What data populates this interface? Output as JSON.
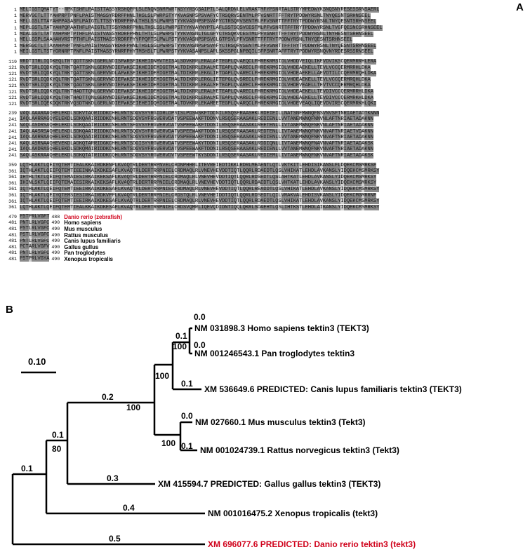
{
  "panels": {
    "a": "A",
    "b": "B"
  },
  "alignment": {
    "blocks": [
      {
        "rows": [
          {
            "start": "1",
            "seq": "MELIGSTQMATYT--RPKTSHFLPAISTTASSYRSHQPPLSLENQNSNMPWRTNSYYRSGSAIPTLSALQRDNLELVRAKTMFYPSNRTALSTRYMPEDWYKSNQSNYRESESSRNSAERL"
          },
          {
            "start": "1",
            "seq": "MERVGCTLTTYAHPRPTPNFLPAISTMASSYRDRFPHNLTHSLSLPWRPSTYYKVASNPSPSVAFYCTRSQRVSENTMLPFVSNRTTFFTRYTPDDWYRSNLTNYQESNTSRHNSEEL"
          },
          {
            "start": "1",
            "seq": "MELLGSLTTAYAHPPASASFLPAIGTLTTSSYRDRPPHNLTHSLSSLPWRPSTYYKVASNPSPSVAFYCTRSQRVSENTMLPFVSNRTTFFTRYTPDDWYRSNLTNYQESNTSRHNSEEL"
          },
          {
            "start": "1",
            "seq": "MEPLGSTLTATYAHPQPAATHFLPAIGTLTTSSYRNRFPHNLTHSLSSLPWRPSTYYKVAYNYPTLAFLSSTSQSVCESTMLPFVSNRTTFFTRYTPDDWYRSNLTVGFQESNCSRHNSEEL"
          },
          {
            "start": "1",
            "seq": "MDALGSTLTATYAHPRPTPTHFLPAISTVASSYRDRFPHNLTHTLSLPWRPSTYYKVASNLTGLGPYCTRSQKVCESTMLPFVSNRTTFFTRYTPDDWYRSNLTNYHESNTSRHNSEEL"
          },
          {
            "start": "1",
            "seq": "MELLGSPLSAAHAHVRSTPTHFLPAISTMASSYRDRFPYYFPQPTSLPWLPSTYYKVASNPSPSVGLGTPSVLPFVSNRTTFFTRYTPDDWYRSNLTNYQESNTSRHNSEEL"
          },
          {
            "start": "1",
            "seq": "MERGGCTLTTAYAHPRPTPNFLPAISTMASSYRDRFPHNLTHSLSSLPWRPSTYYKVASNPSPSVAFYCTRSQRVSENTMLPFVSNRTTFFTRYTPDDWYRSNLTNYQESNTSRHNSEEL"
          },
          {
            "start": "1",
            "seq": "MEILGSTLTSTYGRNRPTPNFLPAISTMASSYRNRFPHYTMSHSLTLPWRPSTYYKVASANPSLAPLSKSSPGLNPBQILSFPSNRTAFFTRYTPDDWYRSNQVNYRDESRSSRNSEEL"
          }
        ]
      },
      {
        "rows": [
          {
            "start": "119",
            "seq": "RRDTITRLIQDKEQLTRTQDTTSKNIGERLNDISFWRSEIKHEIDNMVTEISALSDVKRRLERALAETEGPLQVAEQCLFHREKRMSIDLVHDDVEIQLIKEVDVIKSCQERMRRHLERA"
          },
          {
            "start": "121",
            "seq": "RVDTSRLIQDKYQLTRKTQATTSKNLGERVNDIEFWKSEIKHEIDEMIGETMALTDIKRRLEKALMETEAPLQVARECLFHREKRMGIDLVHDEAEKELLTEVLVCCQERMRRHLDKA"
          },
          {
            "start": "121",
            "seq": "RVDTSRLIQDKYQLTRKTQATTSKNLGERVNDLAFWKSEIKHEIDEMIGETMALTDIKRRLEKGLIETDAPLQVARECLFHREKRMGIDLVHDEAEKELLAEVDTILCCQERMRQHLDKA"
          },
          {
            "start": "121",
            "seq": "RVDTSRLIQDKYQLTRKTQATTSKNLGERVNDIEFWKSEIKHEIDEMIGETMALTDIKRRLERGLIETEPGLQVSRECLFHREKRMGIDLVHDEAEKELLTEVLVCCQERMRQHLDKA"
          },
          {
            "start": "121",
            "seq": "RVDTSRLIQDKYQLTRKTQAGTSKNLGERVNDIEFWKSEIKHEIDEMIGETMALTDIKRRLEKALMETEAPLQVARECLFHREKRMGIDLVHDEVEAELLTEVTVCCQERMRQHLDKA"
          },
          {
            "start": "121",
            "seq": "RVDTSRLIQDKYQLTRKTHADTTQNLGERVNDIEFWKSEIKHEIDEMIGETMALTDIKRRLERALMETEAPLQVARECLFHREKRMGIDLVHDEAEKELLTEVDIVCCQERMRRHLDKA"
          },
          {
            "start": "121",
            "seq": "RVDTSRLIQDKYQLTRKTHADTTQNLGERVNDIEFWKSEIKHEIDEMIGETMALTDIKRRLERALMETEAPLQVARECLFHREKRMGIDLVHDEAEKELLTEVDIVCCQERMRKHLDKA"
          },
          {
            "start": "121",
            "seq": "RVDTSRLIQEKDQKTRKVQSDTNKDLGERLNDIEFWKSEIEHEIDQMIGETMALTDVKRRLEKAMEETEGPLQVARQCLFHREKRMGIDLVHDEVEAQLIQEVDVIRSCQERMRKHLQKI"
          }
        ]
      },
      {
        "rows": [
          {
            "start": "239",
            "seq": "VAQLAAARAAQHELEKDLSDKVTAQRIDDKCHHLRNTSDGVSYYRGIDRLDPSISLPDSWSKFTDDNILRSQSERAASHKLRDEIEILLNATSNEMWNQFNSVNVSFTNRIAETADTKNNN"
          },
          {
            "start": "241",
            "seq": "IAQLAARRAGQYELEKDLSDKQAAIRIDDKCNHLRNTSDGVSYFRGVERVDATVSPEEWAKFTDDNVLRSQSERAASAKLREDIENLLVVTANEMWNQFNNVNLAFTNRIAETADAKNN"
          },
          {
            "start": "241",
            "seq": "NAQLASDRSAQHELEKDLSDKQAAIRIDDKCNHLRNTSEGVSYFRGVERVDATVSPEEWAKFTDDNILRSQSERAASAKLREETENLLIVTANEMWNQFNKVNLAFTNRIAETADAKNN"
          },
          {
            "start": "241",
            "seq": "IAQLAASRSAQHELEKDLSDKQAAIRIDDKCNHLRNTSQGVSYFRGVERVDATVSPEEWAKFTDDNILRSQSERAASAKLREDTENLLIVTANEMWNQFNKVNVAFTNRIAETVDAKNN"
          },
          {
            "start": "241",
            "seq": "IAQLAARRAAQHELEKDLSDKQAAIRIDDKCNHLRNTSDGVSYFRGVERVDATVSPEEWAKFTDDNILRSQSERAASAKLREDIENLLVVTANEMWNQFNKVNVAFTNRIAETADAKNN"
          },
          {
            "start": "241",
            "seq": "KAQLASRNAAQHEVEKDLADKQTARRIDGKCHHLRNTSDGISYYRGVERVDATVSPEEWAKYTDDNILRSQSERAASAKLRDDIQNLLIVTANEMWNQFNAVNVAFTNRIAETADAKSK"
          },
          {
            "start": "241",
            "seq": "IAQLAADRASQHELEKDLSDKQMAIRIDDKCNHLRNTSDGVSYFRGVERVDATVSPEEWAKFTDDNILRSQSERAASAKLREDIENLLVVTANEMWNQFNKVNVAFTNRIAETADAKNN"
          },
          {
            "start": "241",
            "seq": "SAQLASKRAAQHELEKDLSDKQTAIRIDDKCQHLRNTSDGVSYYRGVERVDVTVSPEEWTKYSDDNILRSQSERAASAKLREDIEMLLIVTANEMWNQFNKVNVAFTNRIAETADAKSK"
          }
        ]
      },
      {
        "rows": [
          {
            "start": "359",
            "seq": "LQTHLAKTLQEIYQTEMTIEALKKAIRDKENPLKVAQTRLDERTRRPNVELCRDNPHHRLITEVREIEDTIKKLRDRLMEAENTLQTLVKTKITLEHDISIKANSLFLDQEKCMSMRKSF"
          },
          {
            "start": "361",
            "seq": "IQTHLAKTLQEIFQTEMTIEEINKAIKDKESAFLKVAQTRLDERTRRPNIELCRDMAQLRLVNEVHEVDDTIQTLQQRLRDAEDTLQSLVHIKATLEHDLAVKANSLYIDQEKCMSMRKSY"
          },
          {
            "start": "361",
            "seq": "IHTHLTKTLQEIFQTEMAIESIRKAIKEKSAFLKVAQTRLDERTRRPNIELCRDMAQLRLVNEVHEVDDTIQTLQQRLRDSEDTLQSLAHTKATLEHDLAVKANSLYIDQEKCMSMRKSY"
          },
          {
            "start": "361",
            "seq": "IHINLSKTLQEIFQTEMAIESIRKAIKEKSAFLKVAQTRLDERTRRPNIELCRDMAQLRLVNEVHEVDDTIQTLQQRLRDAEDTLQSLVHTKATLEHDLAVKANSLYIDQEKCMSMRKSY"
          },
          {
            "start": "361",
            "seq": "IQTHLAKTLQEIFQTEMTIEEIRKAIKDKESAFLKVAQTRLDERTRRPNIELCRDMAQLRLVNEVHEVDDTIQTLQQRLREADDTLQSLVHIKATLEHDLAVKANSLYIDQEKCMSMRKSY"
          },
          {
            "start": "361",
            "seq": "IQTHLAKTLQEIYQTEMSIESIRKAIRDKVPPLKVAQTRLDERTRRPNIELCRDSTQLRLVNEVHEIDDTIQTLQQRLRDSEDTLQILVRAKVALEHDISVKANSLYIDQEKCMGMRRNF"
          },
          {
            "start": "361",
            "seq": "IQTHLAKTLQEIFQTEMTIEEIRKAIKDKESAFLKVAQTRLDERTRRPNIELCRDMAQLRLVNEVHEVDDTIQTLQQRLRDAEDTLQSLVHIKATLEHDLAVKANSLYIDQEKCMSMRKSY"
          },
          {
            "start": "361",
            "seq": "LQTHLAKTLQEIFQTEMTIEALKKAIKDKESAFLKVAQTRLDERTRRPNIELCRDSVQMRLIQEVQDIDNTIQQLQKRLSDAEHTLQSLIHTKSTLEHDLAIKANSLYIDQEKCMSMRKSY"
          }
        ]
      },
      {
        "rows": [
          {
            "start": "479",
            "seq": "PSTPRLVGFT",
            "end": "488",
            "species": "Danio rerio (zebrafish)",
            "color": "#d0021b"
          },
          {
            "start": "481",
            "seq": "PNTLRLVGFC",
            "end": "490",
            "species": "Homo sapiens",
            "color": "#000000"
          },
          {
            "start": "481",
            "seq": "PSTLRLVGFC",
            "end": "490",
            "species": "Mus musculus",
            "color": "#000000"
          },
          {
            "start": "481",
            "seq": "PSTLRLVGFC",
            "end": "490",
            "species": "Rattus musculus",
            "color": "#000000"
          },
          {
            "start": "481",
            "seq": "PNTLRLVGFC",
            "end": "490",
            "species": "Canis lupus familiaris",
            "color": "#000000"
          },
          {
            "start": "481",
            "seq": "PCTARLVGFV",
            "end": "490",
            "species": "Gallus gullus",
            "color": "#000000"
          },
          {
            "start": "481",
            "seq": "PNTLRLVGFC",
            "end": "490",
            "species": "Pan troglodytes",
            "color": "#000000"
          },
          {
            "start": "481",
            "seq": "PSTPRLVGYA",
            "end": "490",
            "species": "Xenopus tropicalis",
            "color": "#000000"
          }
        ]
      }
    ]
  },
  "tree": {
    "scale_label": "0.10",
    "taxa": [
      {
        "id": "human",
        "label": "NM 031898.3 Homo sapiens tektin3 (TEKT3)",
        "color": "#000000"
      },
      {
        "id": "chimp",
        "label": "NM 001246543.1 Pan troglodytes tektin3",
        "color": "#000000"
      },
      {
        "id": "dog",
        "label": "XM 536649.6 PREDICTED: Canis lupus familiaris tektin3 (TEKT3)",
        "color": "#000000"
      },
      {
        "id": "mouse",
        "label": "NM 027660.1 Mus musculus tektin3 (Tekt3)",
        "color": "#000000"
      },
      {
        "id": "rat",
        "label": "NM 001024739.1 Rattus norvegicus tektin3 (Tekt3)",
        "color": "#000000"
      },
      {
        "id": "chicken",
        "label": "XM 415594.7 PREDICTED: Gallus gallus tektin3 (TEKT3)",
        "color": "#000000"
      },
      {
        "id": "frog",
        "label": "NM 001016475.2 Xenopus tropicalis (tekt3)",
        "color": "#000000"
      },
      {
        "id": "zebrafish",
        "label": "XM 696077.6 PREDICTED: Danio rerio tektin3 (tekt3)",
        "color": "#d0021b"
      }
    ],
    "branch_lengths": {
      "human": "0.0",
      "chimp": "0.0",
      "human_chimp": "0.1",
      "dog": "0.1",
      "primates_dog": "0.2",
      "mouse": "0.0",
      "rat": "0.1",
      "mammals": "0.1",
      "chicken": "0.3",
      "frog": "0.4",
      "zebrafish": "0.5",
      "root_tetrapods": "0.1"
    },
    "bootstrap": {
      "human_chimp": "100",
      "primates_dog": "100",
      "mammals": "100",
      "rodents": "100",
      "amniotes": "80"
    }
  }
}
